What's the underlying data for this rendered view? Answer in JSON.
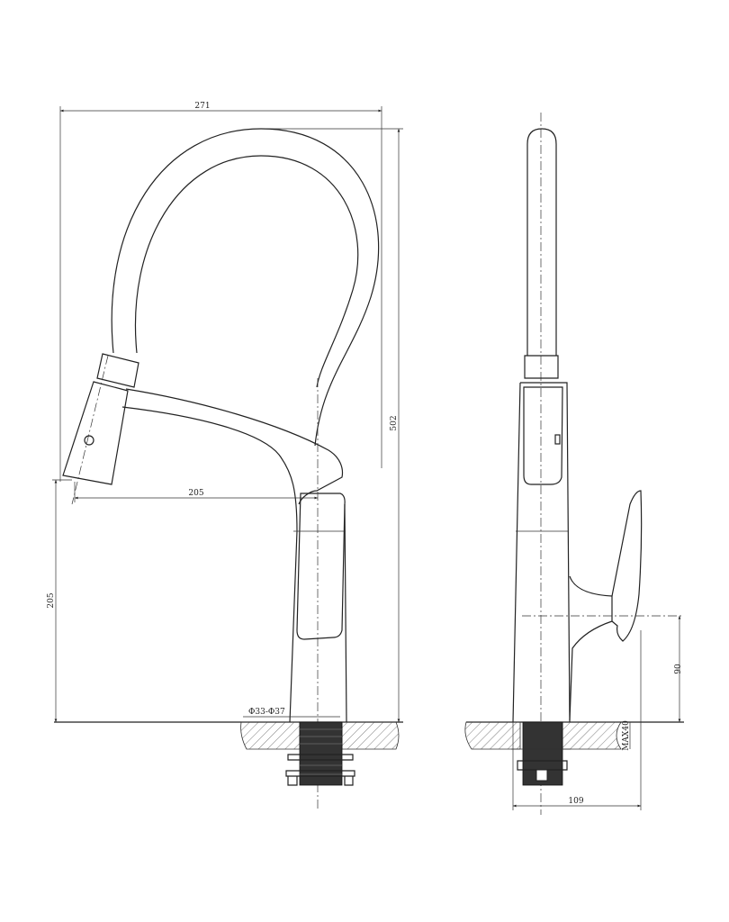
{
  "drawing": {
    "title": "Pull-down kitchen faucet technical drawing",
    "front_view": {
      "dim_total_width": "271",
      "dim_total_height": "502",
      "dim_spout_reach": "205",
      "dim_spout_height": "205",
      "dim_hole_diameter": "Φ33-Φ37"
    },
    "side_view": {
      "dim_handle_height": "90",
      "dim_max_counter_thickness": "MAX40",
      "dim_depth": "109"
    }
  }
}
